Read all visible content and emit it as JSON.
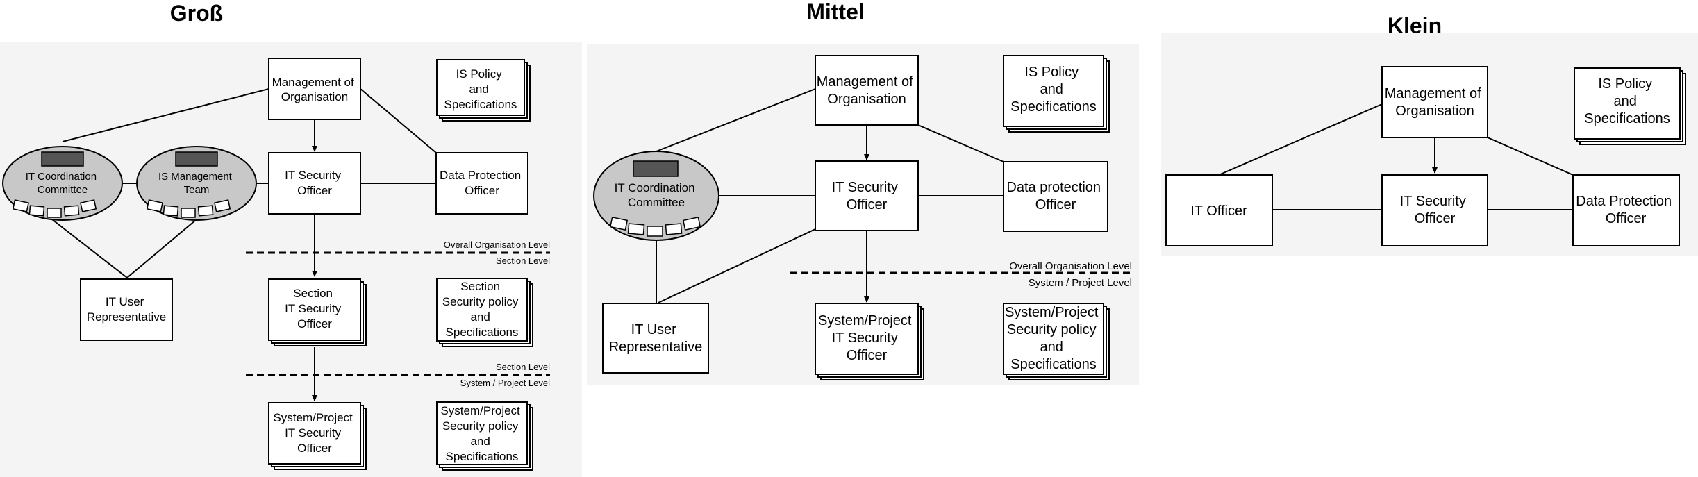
{
  "titles": {
    "gross": "Groß",
    "mittel": "Mittel",
    "klein": "Klein"
  },
  "gross": {
    "management": [
      "Management of",
      "Organisation"
    ],
    "is_policy": [
      "IS Policy",
      "and",
      "Specifications"
    ],
    "it_coord": [
      "IT Coordination",
      "Committee"
    ],
    "is_mgmt": [
      "IS Management",
      "Team"
    ],
    "it_sec": [
      "IT Security",
      "Officer"
    ],
    "data_prot": [
      "Data Protection",
      "Officer"
    ],
    "level1_top": "Overall Organisation Level",
    "level1_bottom": "Section Level",
    "it_user": [
      "IT User",
      "Representative"
    ],
    "section_sec": [
      "Section",
      "IT Security",
      "Officer"
    ],
    "section_policy": [
      "Section",
      "Security policy",
      "and",
      "Specifications"
    ],
    "level2_top": "Section Level",
    "level2_bottom": "System / Project Level",
    "sys_sec": [
      "System/Project",
      "IT Security",
      "Officer"
    ],
    "sys_policy": [
      "System/Project",
      "Security policy",
      "and",
      "Specifications"
    ]
  },
  "mittel": {
    "management": [
      "Management of",
      "Organisation"
    ],
    "is_policy": [
      "IS Policy",
      "and",
      "Specifications"
    ],
    "it_coord": [
      "IT Coordination",
      "Committee"
    ],
    "it_sec": [
      "IT Security",
      "Officer"
    ],
    "data_prot": [
      "Data protection",
      "Officer"
    ],
    "level_top": "Overall Organisation Level",
    "level_bottom": "System / Project Level",
    "it_user": [
      "IT User",
      "Representative"
    ],
    "sys_sec": [
      "System/Project",
      "IT Security",
      "Officer"
    ],
    "sys_policy": [
      "System/Project",
      "Security policy",
      "and",
      "Specifications"
    ]
  },
  "klein": {
    "management": [
      "Management of",
      "Organisation"
    ],
    "is_policy": [
      "IS Policy",
      "and",
      "Specifications"
    ],
    "it_officer": "IT Officer",
    "it_sec": [
      "IT Security",
      "Officer"
    ],
    "data_prot": [
      "Data Protection",
      "Officer"
    ]
  }
}
